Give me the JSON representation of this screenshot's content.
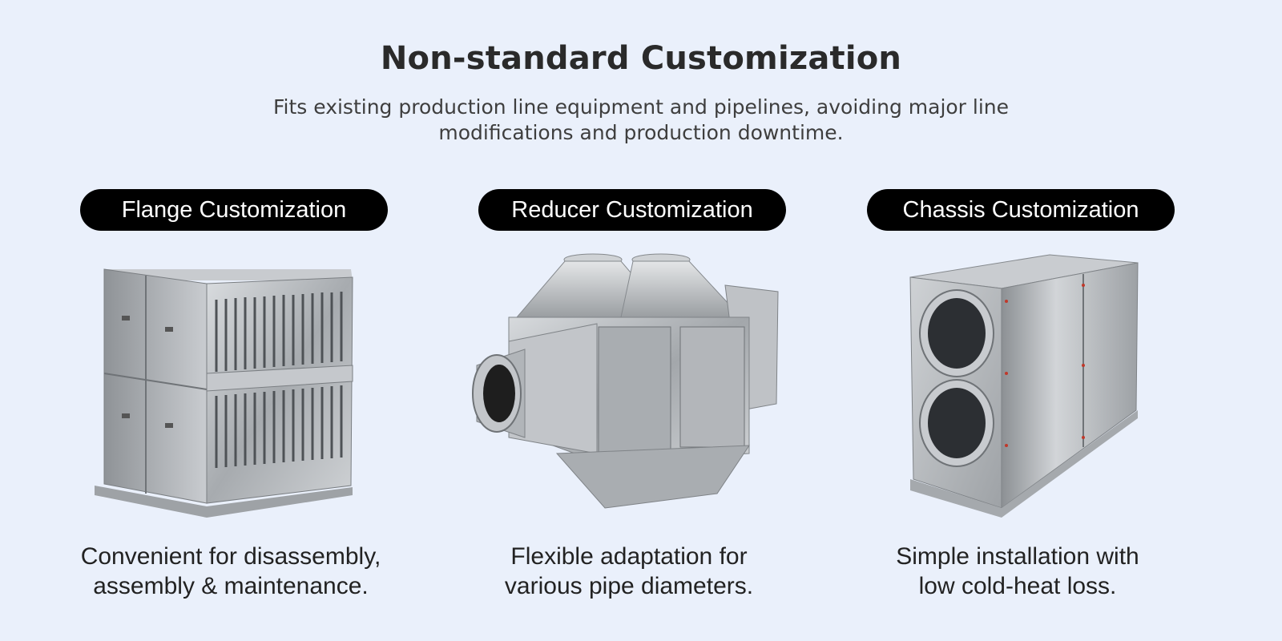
{
  "header": {
    "title": "Non-standard Customization",
    "subtitle": "Fits existing production line equipment and pipelines, avoiding major line modifications and production downtime."
  },
  "items": [
    {
      "label": "Flange Customization",
      "caption_line1": "Convenient for disassembly,",
      "caption_line2": "assembly & maintenance."
    },
    {
      "label": "Reducer Customization",
      "caption_line1": "Flexible adaptation for",
      "caption_line2": "various pipe diameters."
    },
    {
      "label": "Chassis Customization",
      "caption_line1": "Simple installation with",
      "caption_line2": "low cold-heat loss."
    }
  ],
  "colors": {
    "background": "#eaf0fb",
    "pill": "#000000",
    "metal": "#b9bcbf"
  }
}
